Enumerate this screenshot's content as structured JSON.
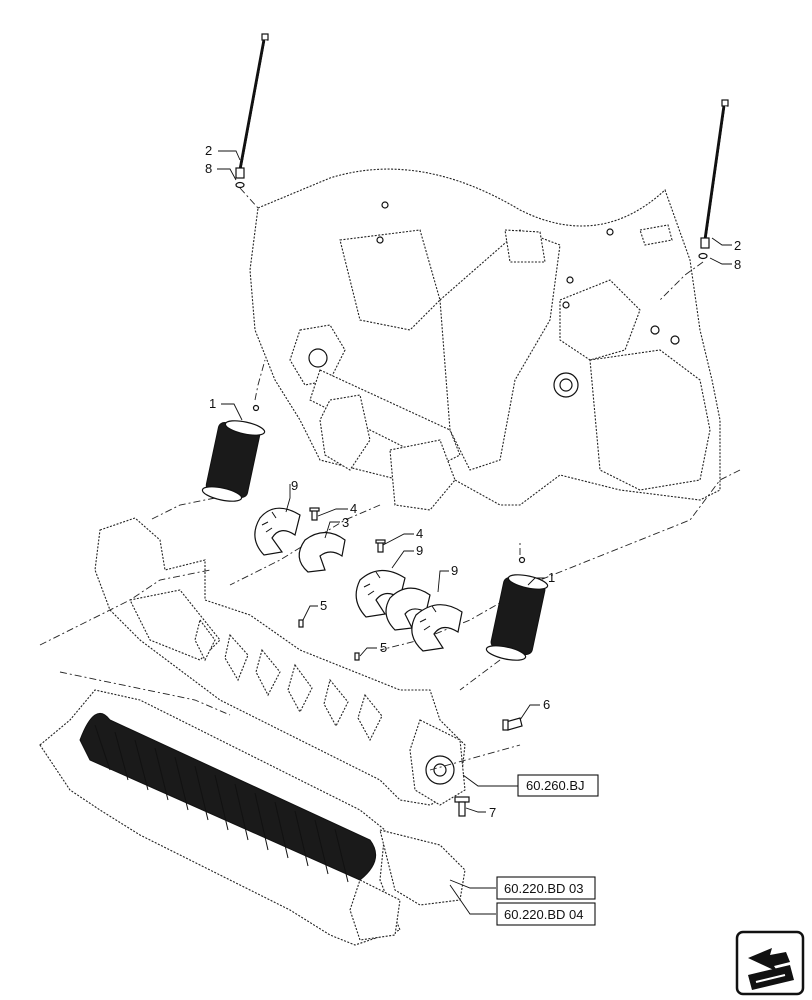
{
  "callouts": {
    "c1_left": "1",
    "c1_right": "1",
    "c2_left": "2",
    "c2_right": "2",
    "c3": "3",
    "c4_upper": "4",
    "c4_lower": "4",
    "c5_upper": "5",
    "c5_lower": "5",
    "c6": "6",
    "c7": "7",
    "c8_left": "8",
    "c8_right": "8",
    "c9_left": "9",
    "c9_mid": "9",
    "c9_right": "9"
  },
  "references": {
    "ref_a": "60.260.BJ",
    "ref_b": "60.220.BD 03",
    "ref_c": "60.220.BD 04"
  },
  "icons": {
    "navigation": "arrow-navigation-icon"
  }
}
